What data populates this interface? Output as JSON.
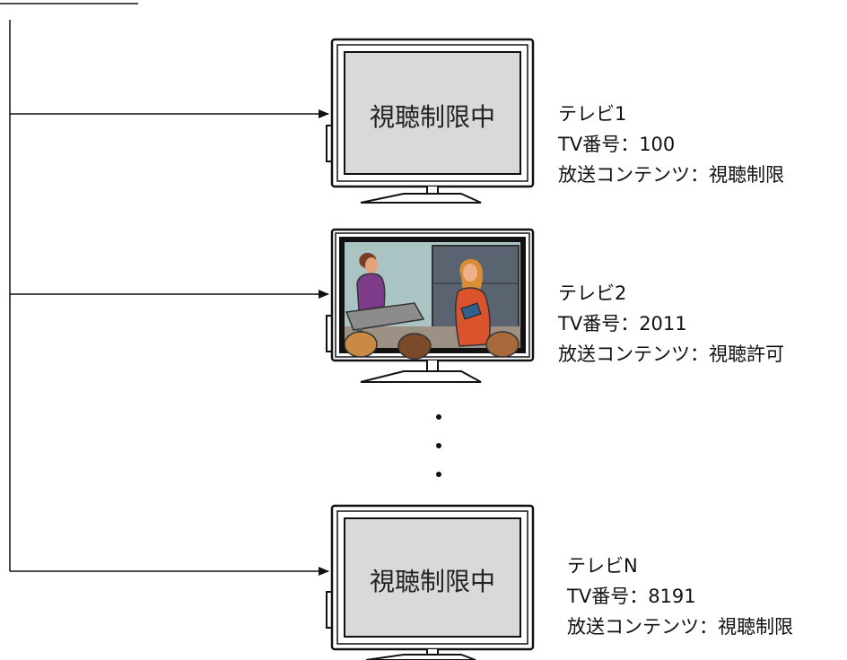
{
  "tvs": [
    {
      "name": "テレビ1",
      "number_line": "TV番号：100",
      "content_line": "放送コンテンツ：視聴制限",
      "screen_text": "視聴制限中",
      "state": "restricted"
    },
    {
      "name": "テレビ2",
      "number_line": "TV番号：2011",
      "content_line": "放送コンテンツ：視聴許可",
      "screen_text": "",
      "state": "allowed-picture"
    },
    {
      "name": "テレビN",
      "number_line": "TV番号：8191",
      "content_line": "放送コンテンツ：視聴制限",
      "screen_text": "視聴制限中",
      "state": "restricted"
    }
  ],
  "ellipsis": "⋮",
  "colors": {
    "line": "#111111",
    "screen_restricted": "#d9d9d9",
    "tv_frame": "#ffffff",
    "picture_wall": "#a9c4c2",
    "picture_window": "#5a6470"
  }
}
